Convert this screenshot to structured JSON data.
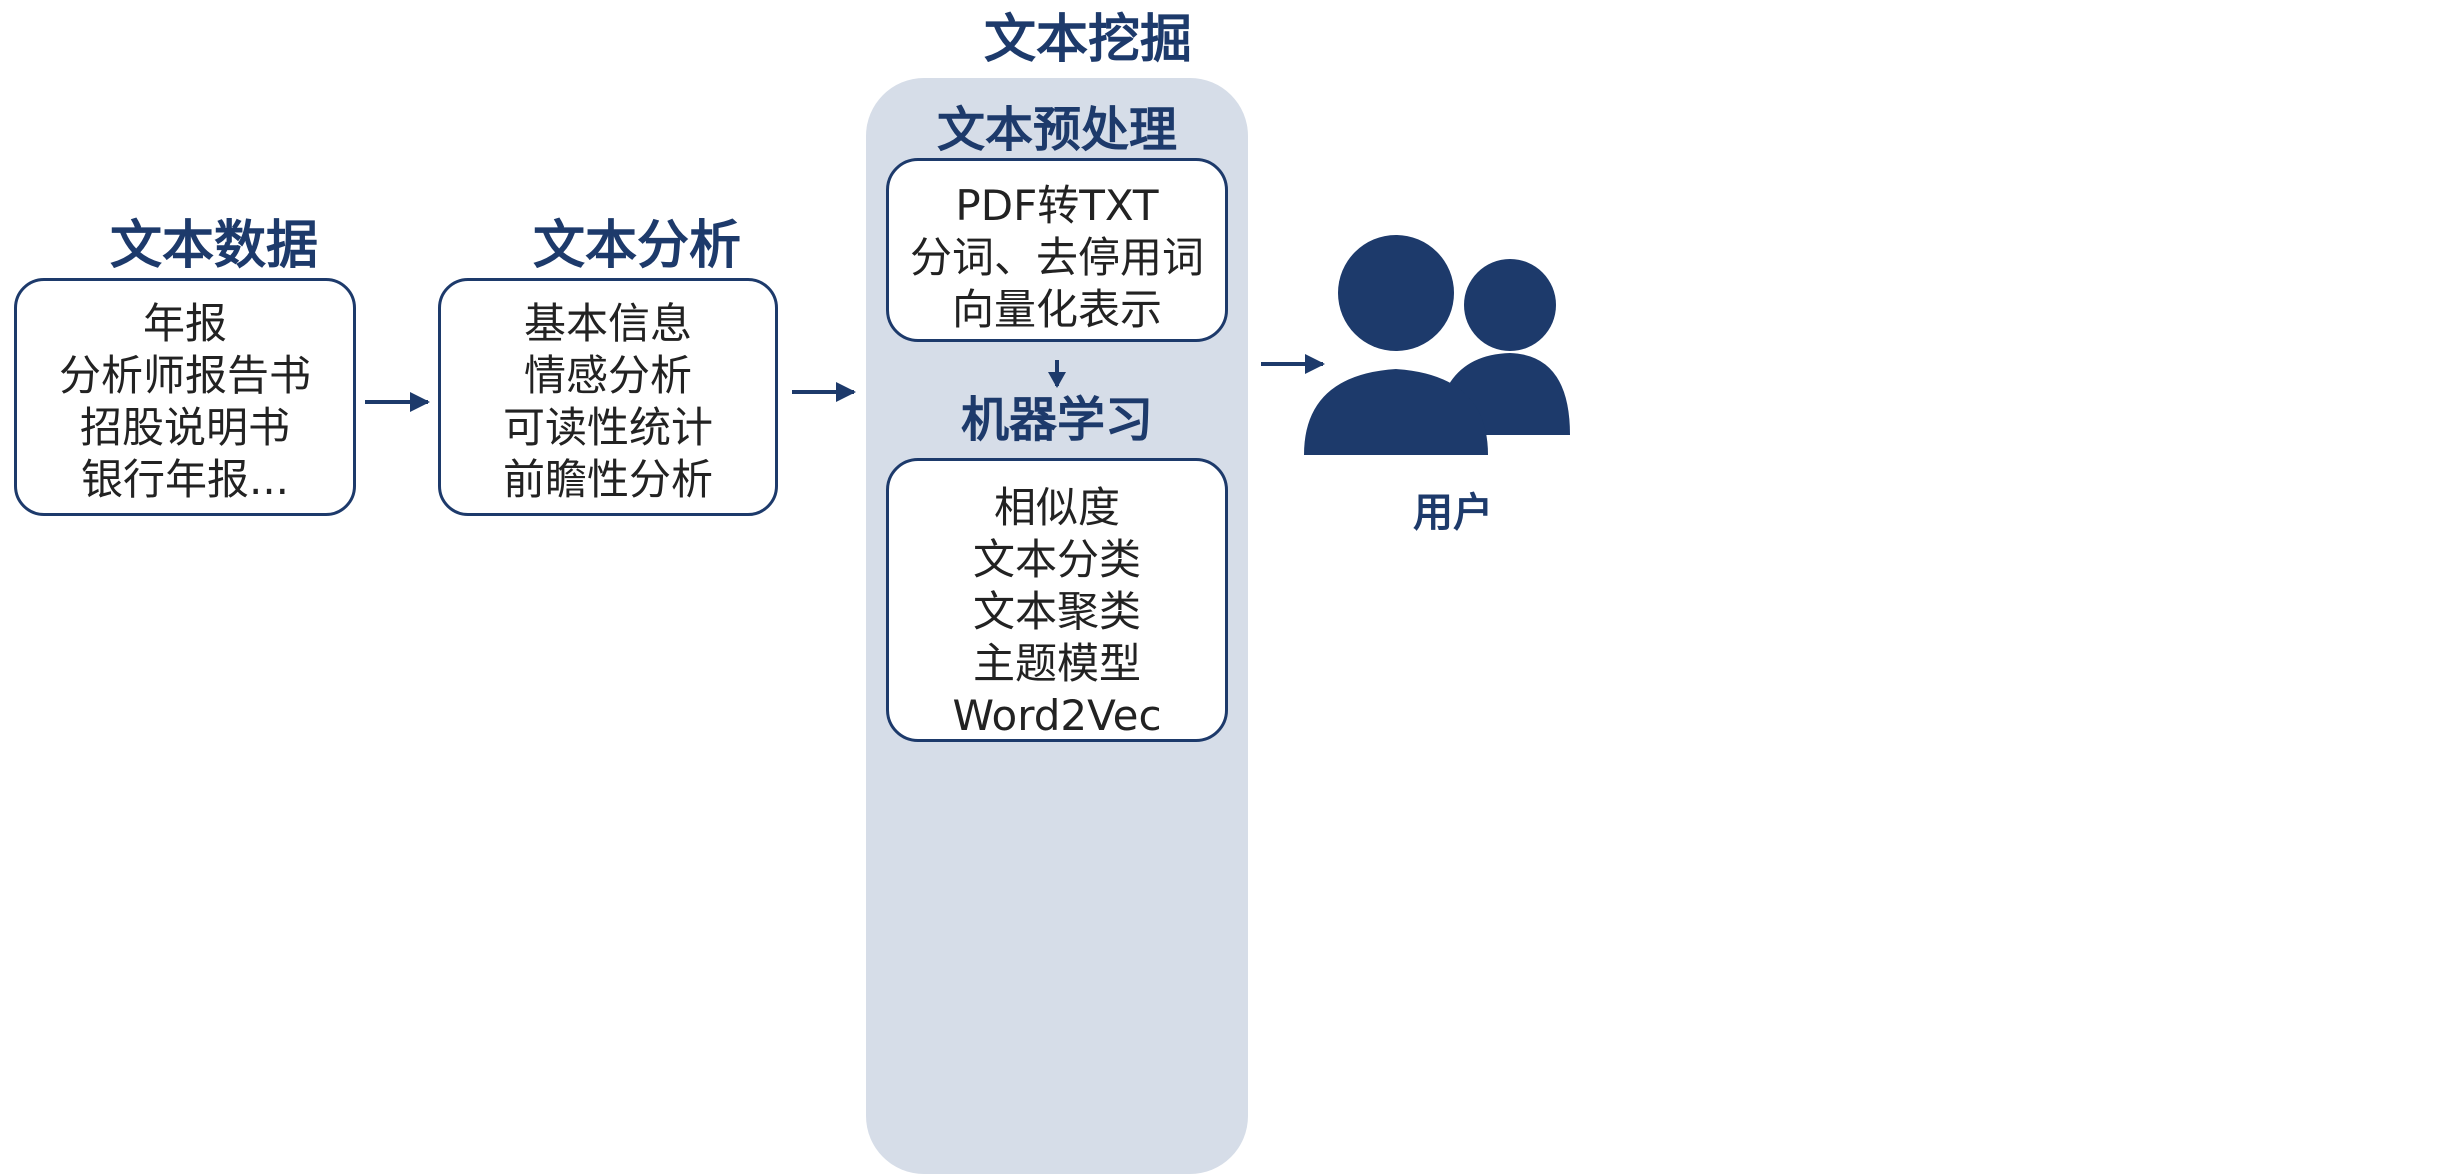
{
  "colors": {
    "primary": "#1d3a6b",
    "panel_bg": "#d6dde8",
    "text": "#222222"
  },
  "text_data": {
    "title": "文本数据",
    "items": [
      "年报",
      "分析师报告书",
      "招股说明书",
      "银行年报..."
    ]
  },
  "text_analysis": {
    "title": "文本分析",
    "items": [
      "基本信息",
      "情感分析",
      "可读性统计",
      "前瞻性分析"
    ]
  },
  "text_mining": {
    "title": "文本挖掘",
    "preprocessing": {
      "title": "文本预处理",
      "items": [
        "PDF转TXT",
        "分词、去停用词",
        "向量化表示"
      ]
    },
    "machine_learning": {
      "title": "机器学习",
      "items": [
        "相似度",
        "文本分类",
        "文本聚类",
        "主题模型",
        "Word2Vec"
      ]
    }
  },
  "user": {
    "label": "用户",
    "icon": "users-icon"
  }
}
